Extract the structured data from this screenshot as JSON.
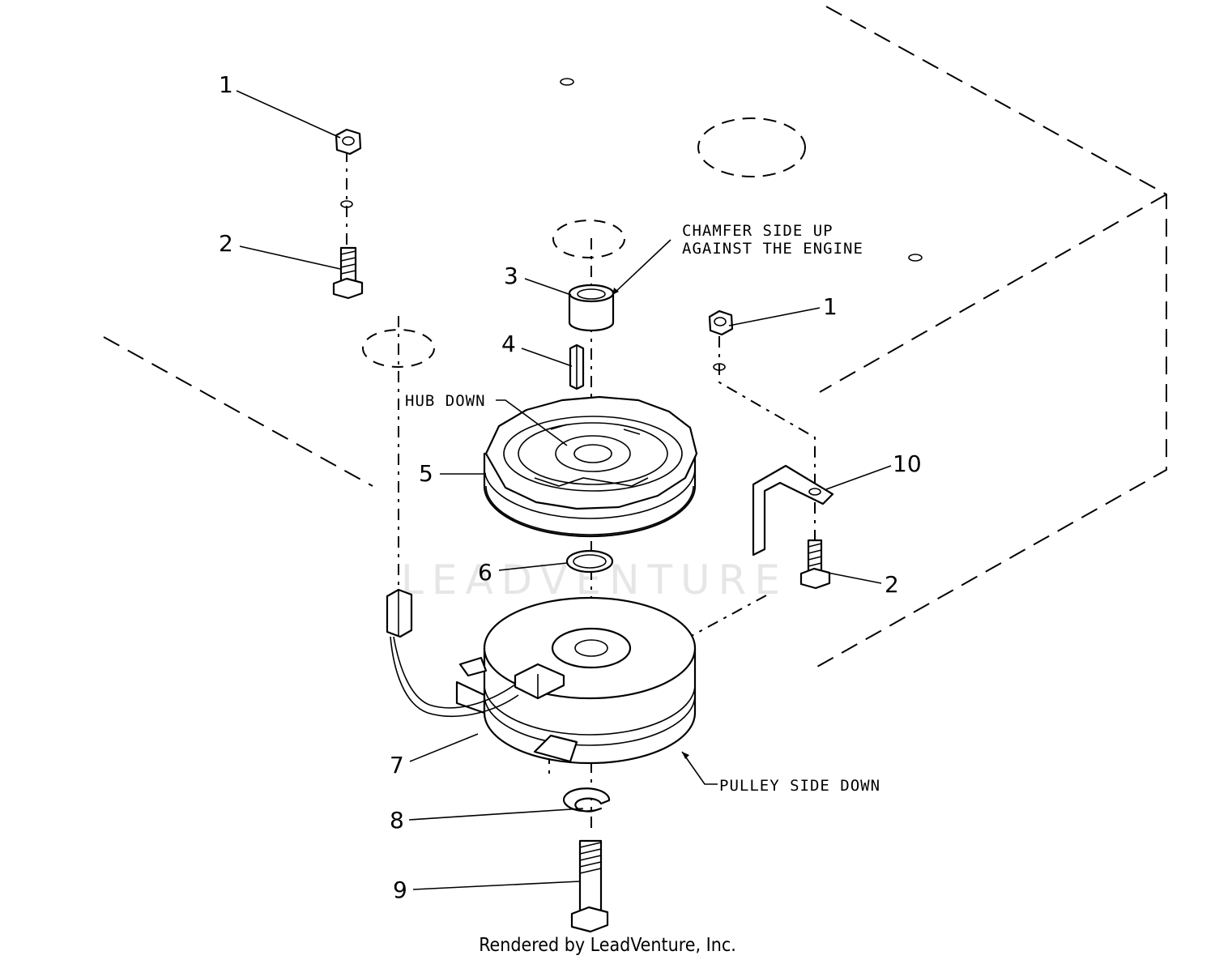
{
  "diagram": {
    "watermark": "LEADVENTURE",
    "credit": "Rendered by LeadVenture, Inc.",
    "notes": {
      "chamfer_line1": "CHAMFER SIDE UP",
      "chamfer_line2": "AGAINST THE ENGINE",
      "hub_down": "HUB DOWN",
      "pulley_side_down": "PULLEY SIDE DOWN"
    },
    "callouts": {
      "c1a": "1",
      "c1b": "1",
      "c2a": "2",
      "c2b": "2",
      "c3": "3",
      "c4": "4",
      "c5": "5",
      "c6": "6",
      "c7": "7",
      "c8": "8",
      "c9": "9",
      "c10": "10"
    }
  }
}
